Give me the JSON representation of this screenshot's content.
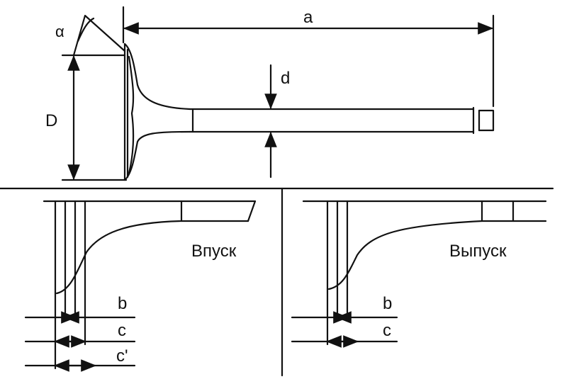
{
  "labels": {
    "alpha": "α",
    "a": "a",
    "D": "D",
    "d": "d",
    "intake": "Впуск",
    "exhaust": "Выпуск",
    "b_left": "b",
    "c_left": "c",
    "c_prime": "c'",
    "b_right": "b",
    "c_right": "c"
  },
  "colors": {
    "ink": "#111111",
    "background": "#ffffff"
  }
}
